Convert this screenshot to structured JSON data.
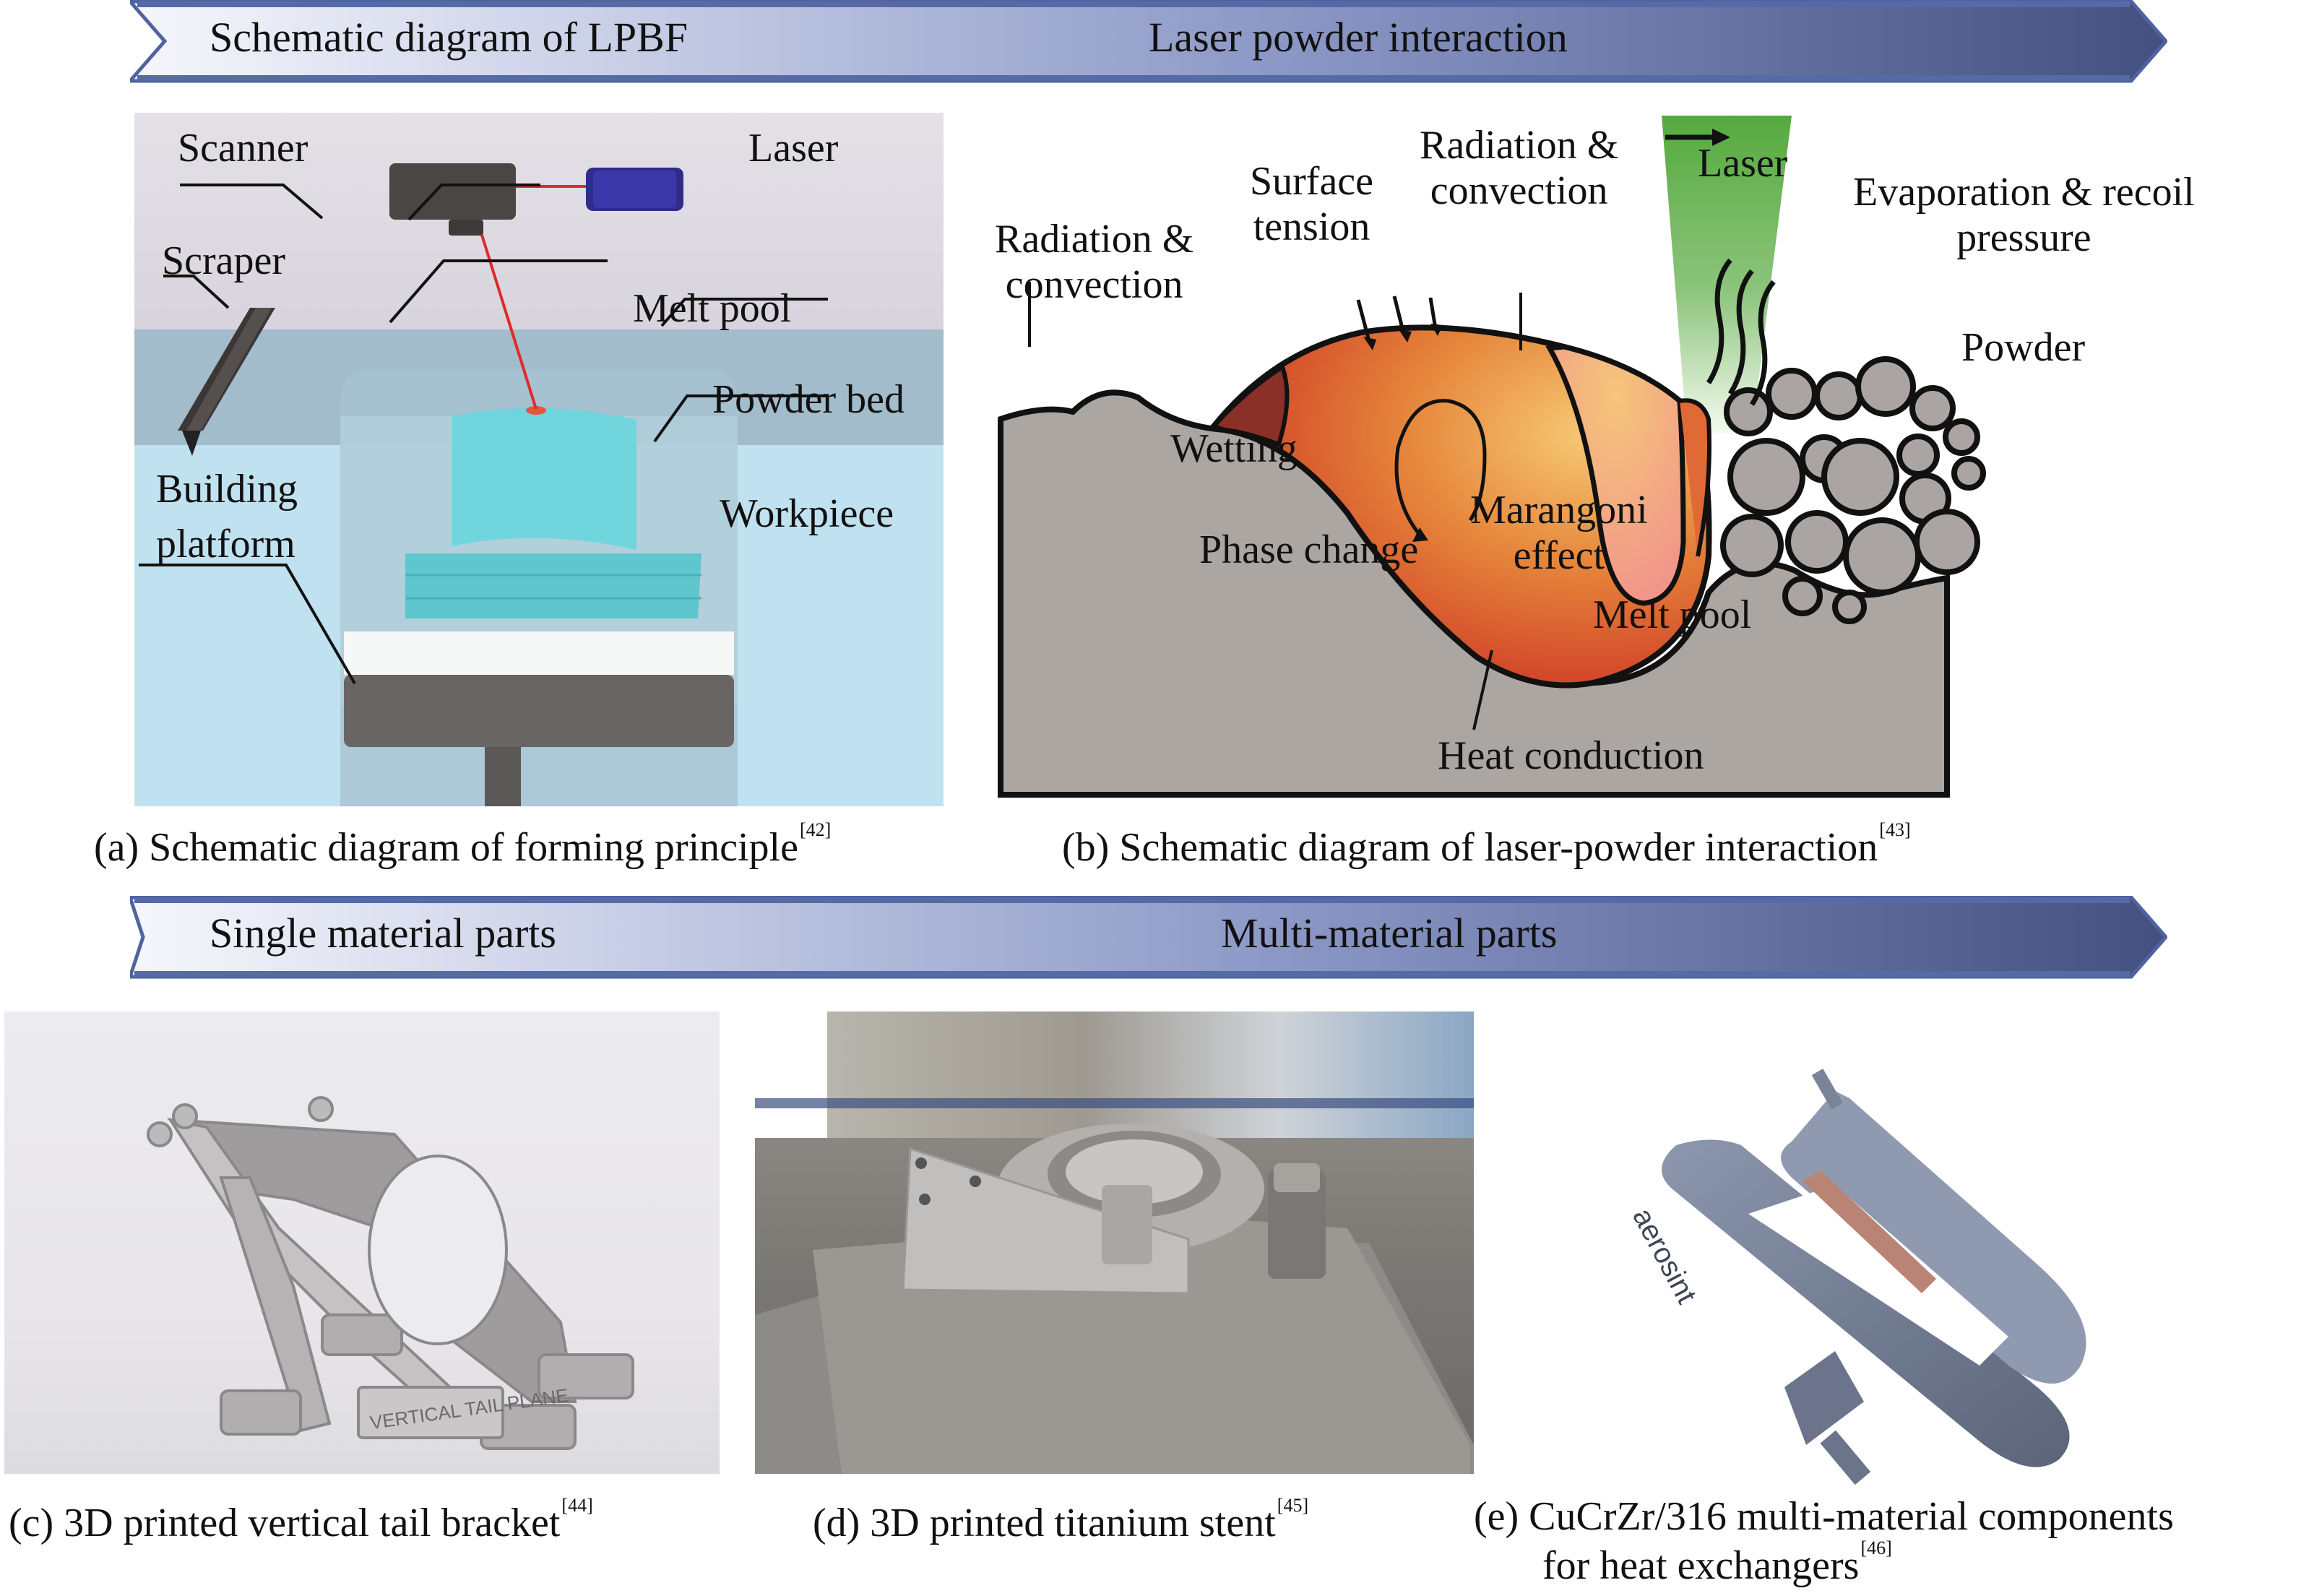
{
  "banners": [
    {
      "left_label": "Schematic diagram of LPBF",
      "right_label": "Laser powder interaction",
      "colors": {
        "start": "#f4f5fb",
        "end": "#44507f",
        "edge": "#4f63a0"
      }
    },
    {
      "left_label": "Single material parts",
      "right_label": "Multi-material parts",
      "colors": {
        "start": "#f4f5fb",
        "end": "#44507f",
        "edge": "#4f63a0"
      }
    }
  ],
  "panel_a": {
    "labels": {
      "scanner": "Scanner",
      "laser": "Laser",
      "scraper": "Scraper",
      "melt_pool": "Melt pool",
      "powder_bed": "Powder bed",
      "building_platform_1": "Building",
      "building_platform_2": "platform",
      "workpiece": "Workpiece"
    },
    "caption": "(a) Schematic diagram of forming principle",
    "ref": "[42]"
  },
  "panel_b": {
    "labels": {
      "radiation_left_1": "Radiation &",
      "radiation_left_2": "convection",
      "surface_tension_1": "Surface",
      "surface_tension_2": "tension",
      "radiation_top_1": "Radiation &",
      "radiation_top_2": "convection",
      "laser": "Laser",
      "evaporation_1": "Evaporation & recoil",
      "evaporation_2": "pressure",
      "powder": "Powder",
      "wetting": "Wetting",
      "phase_change": "Phase change",
      "marangoni_1": "Marangoni",
      "marangoni_2": "effect",
      "melt_pool": "Melt pool",
      "heat_conduction": "Heat conduction"
    },
    "colors": {
      "substrate": "#aca6a3",
      "melt_hot": "#f4c46e",
      "melt_mid": "#e8893a",
      "melt_cool": "#cf3a24",
      "keyhole": "#f29d86",
      "laser_beam": "#5aae44",
      "powder": "#aaa5a2"
    },
    "caption": "(b) Schematic diagram of laser-powder interaction",
    "ref": "[43]"
  },
  "panel_c": {
    "photo_text": "VERTICAL TAIL PLANE",
    "caption": "(c) 3D printed vertical tail bracket",
    "ref": "[44]"
  },
  "panel_d": {
    "caption": "(d) 3D printed titanium stent",
    "ref": "[45]"
  },
  "panel_e": {
    "photo_text": "aerosint",
    "caption_line1": "(e) CuCrZr/316 multi-material components",
    "caption_line2": "for heat exchangers",
    "ref": "[46]"
  }
}
